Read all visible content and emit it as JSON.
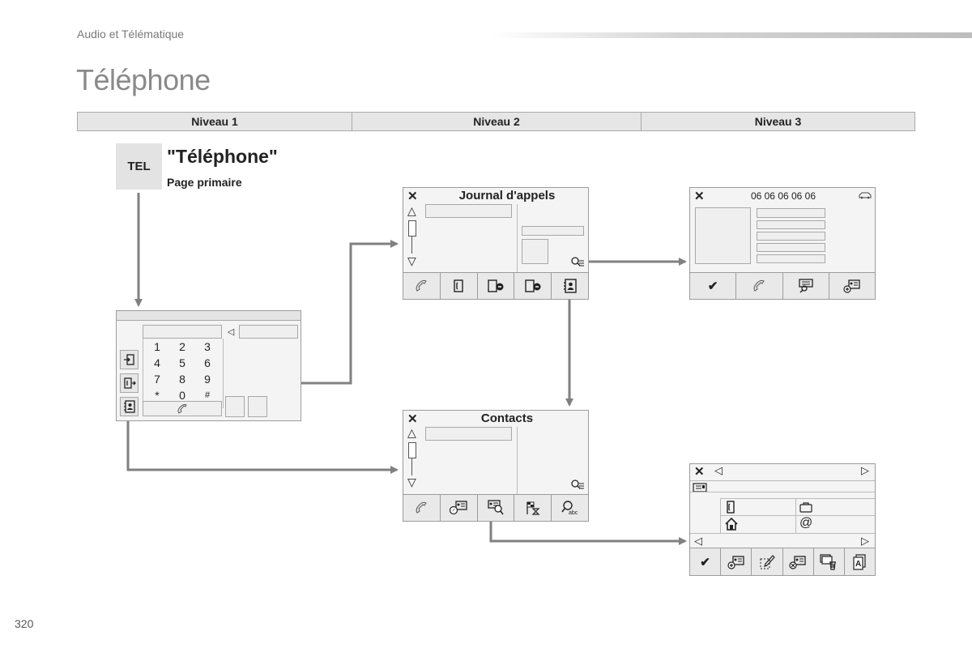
{
  "header": {
    "section": "Audio et Télématique",
    "page_title": "Téléphone"
  },
  "levels": [
    "Niveau 1",
    "Niveau 2",
    "Niveau 3"
  ],
  "tel": {
    "button_label": "TEL",
    "title": "\"Téléphone\"",
    "subtitle": "Page primaire"
  },
  "keypad": {
    "keys": [
      "1",
      "2",
      "3",
      "4",
      "5",
      "6",
      "7",
      "8",
      "9",
      "*",
      "0",
      "#"
    ]
  },
  "call_log": {
    "title": "Journal d'appels"
  },
  "contact_detail": {
    "number": "06 06 06 06 06"
  },
  "contacts": {
    "title": "Contacts"
  },
  "contact_card": {
    "email_symbol": "@"
  },
  "footer": {
    "page_number": "320"
  },
  "colors": {
    "arrow": "#808080",
    "panel": "#f4f4f4",
    "border": "#9c9c9c",
    "level_bar": "#e6e6e6"
  }
}
